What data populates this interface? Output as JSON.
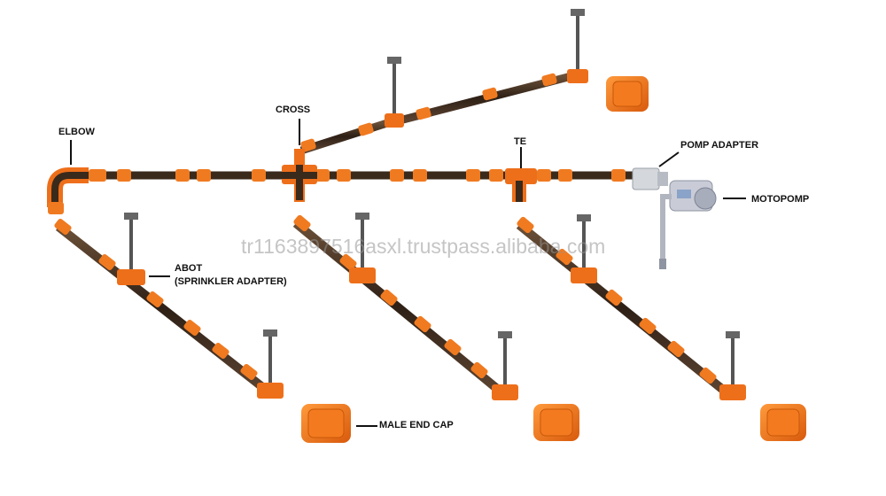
{
  "labels": {
    "elbow": "ELBOW",
    "cross": "CROSS",
    "te": "TE",
    "pomp_adapter": "POMP ADAPTER",
    "motopomp": "MOTOPOMP",
    "abot_line1": "ABOT",
    "abot_line2": "(SPRINKLER ADAPTER)",
    "male_end_cap": "MALE END CAP"
  },
  "watermark": "tr1163897516asxl.trustpass.alibaba.com",
  "colors": {
    "pipe": "#3a2a1c",
    "coupling": "#f07a20",
    "fitting": "#ee6f1a",
    "end_cap": "#f26a14",
    "sprinkler": "#555555",
    "pump": "#c9ccd6"
  }
}
